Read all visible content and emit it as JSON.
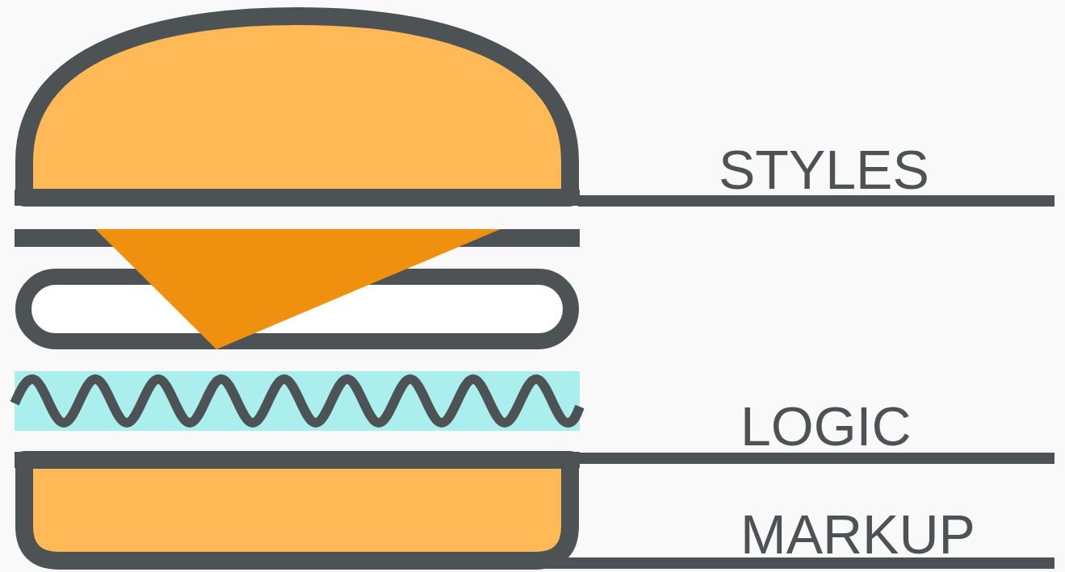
{
  "diagram": {
    "labels": [
      "STYLES",
      "LOGIC",
      "MARKUP"
    ]
  }
}
